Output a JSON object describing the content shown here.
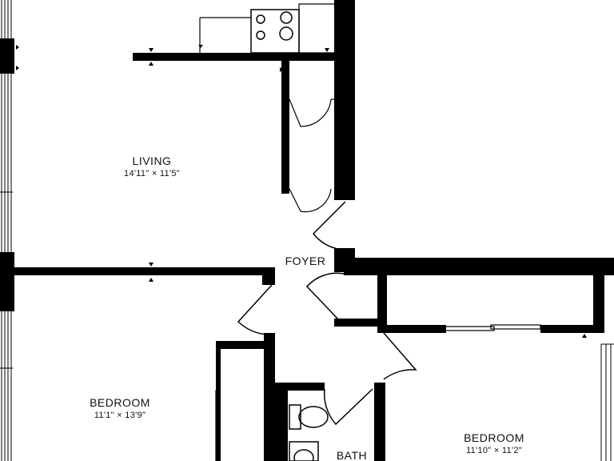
{
  "rooms": [
    {
      "id": "living",
      "name": "LIVING",
      "dims": "14'11\" × 11'5\""
    },
    {
      "id": "foyer",
      "name": "FOYER",
      "dims": ""
    },
    {
      "id": "bedroom-left",
      "name": "BEDROOM",
      "dims": "11'1\" × 13'9\""
    },
    {
      "id": "bedroom-right",
      "name": "BEDROOM",
      "dims": "11'10\" × 11'2\""
    },
    {
      "id": "bath",
      "name": "BATH",
      "dims": ""
    }
  ],
  "colors": {
    "wall": "#000000",
    "background": "#ffffff",
    "line": "#000000"
  },
  "icons": [
    "stove-icon",
    "toilet-icon",
    "sink-icon",
    "door-swing-icon",
    "window-icon"
  ]
}
